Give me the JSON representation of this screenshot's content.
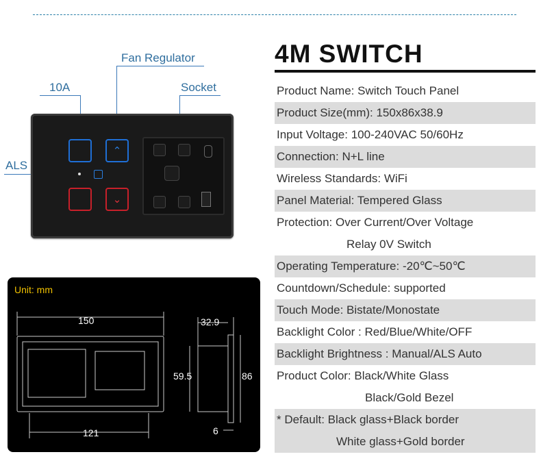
{
  "illustration": {
    "callouts": {
      "fan_regulator": "Fan Regulator",
      "ten_amp": "10A",
      "socket": "Socket",
      "als": "ALS"
    }
  },
  "dimension_drawing": {
    "unit_label": "Unit: mm",
    "width": "150",
    "inner_width": "121",
    "depth": "32.9",
    "height_inner": "59.5",
    "height": "86",
    "bezel": "6"
  },
  "specs": {
    "title": "4M SWITCH",
    "rows": [
      "Product Name: Switch Touch Panel",
      "Product Size(mm): 150x86x38.9",
      "Input Voltage: 100-240VAC 50/60Hz",
      "Connection: N+L line",
      "Wireless Standards:  WiFi",
      "Panel Material: Tempered Glass",
      "Protection: Over Current/Over Voltage",
      "Relay 0V Switch",
      "Operating Temperature: -20℃~50℃",
      "Countdown/Schedule: supported",
      "Touch Mode: Bistate/Monostate",
      "Backlight Color : Red/Blue/White/OFF",
      "Backlight Brightness : Manual/ALS Auto",
      "Product Color: Black/White Glass",
      "Black/Gold Bezel",
      "* Default: Black glass+Black border",
      "White glass+Gold border"
    ]
  }
}
